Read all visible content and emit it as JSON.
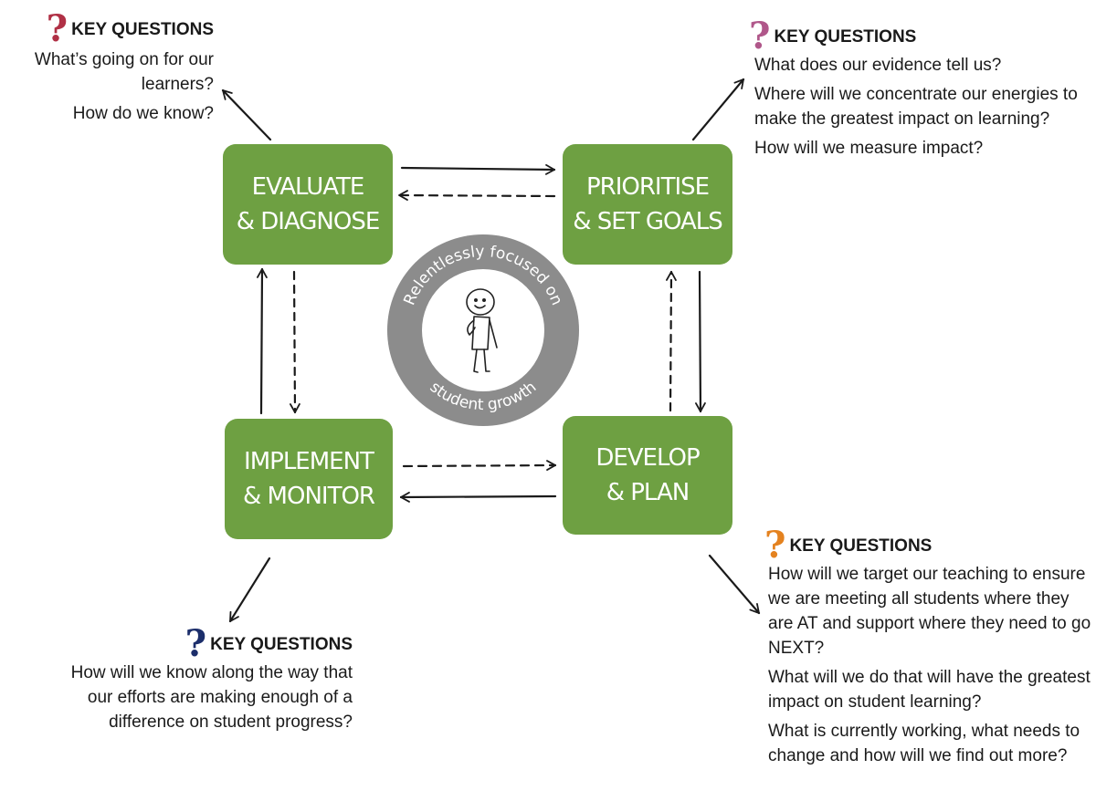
{
  "colors": {
    "box_green": "#6ea042",
    "ring_gray": "#8c8c8c",
    "arrow": "#1a1a1a",
    "qmark_evaluate": "#b03045",
    "qmark_prioritise": "#b0578a",
    "qmark_implement": "#1c2e6b",
    "qmark_develop": "#e4821f"
  },
  "icons": {
    "question_mark": "question-mark-icon",
    "stick_figure": "thinking-person-icon"
  },
  "stages": {
    "evaluate": {
      "line1": "EVALUATE",
      "line2": "& DIAGNOSE"
    },
    "prioritise": {
      "line1": "PRIORITISE",
      "line2": "& SET GOALS"
    },
    "implement": {
      "line1": "IMPLEMENT",
      "line2": "& MONITOR"
    },
    "develop": {
      "line1": "DEVELOP",
      "line2": "& PLAN"
    }
  },
  "center": {
    "ring_top_text": "Relentlessly focused on",
    "ring_bottom_text": "student growth"
  },
  "key_questions": {
    "evaluate": {
      "heading": "KEY QUESTIONS",
      "q1": "What’s going on for our learners?",
      "q2": "How do we know?"
    },
    "prioritise": {
      "heading": "KEY QUESTIONS",
      "q1": "What does our evidence tell us?",
      "q2": "Where will we concentrate our energies to make the greatest impact on learning?",
      "q3": "How will we measure impact?"
    },
    "implement": {
      "heading": "KEY QUESTIONS",
      "q1": "How will we know along the way that our efforts are making enough of a difference on student progress?"
    },
    "develop": {
      "heading": "KEY QUESTIONS",
      "q1": "How will we target our teaching to ensure we are meeting all students where they are AT and support where they need to go NEXT?",
      "q2": "What will we do that will have the greatest impact on student learning?",
      "q3": "What is currently working, what needs to change and how will we find out more?"
    }
  }
}
